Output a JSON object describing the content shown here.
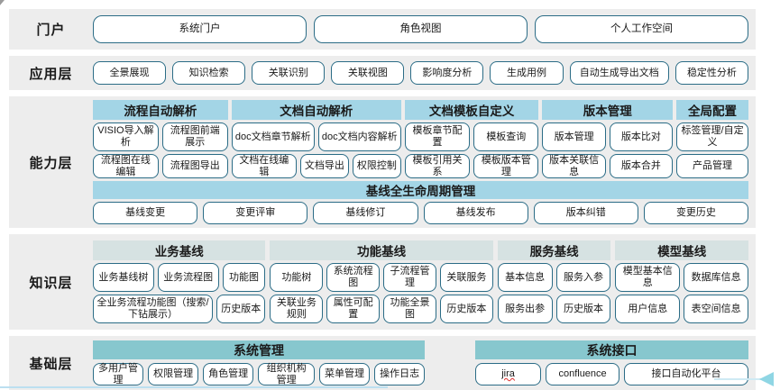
{
  "colors": {
    "band_bg": "#ededed",
    "capability_header": "#a3d5e6",
    "knowledge_header": "#d6e2e2",
    "foundation_header": "#87c7ce",
    "button_border": "#2b6c86",
    "jira_underline": "#e0302e",
    "arrow": "#8fd6e4"
  },
  "portal": {
    "label": "门户",
    "buttons": [
      "系统门户",
      "角色视图",
      "个人工作空间"
    ]
  },
  "application": {
    "label": "应用层",
    "buttons": [
      "全景展现",
      "知识检索",
      "关联识别",
      "关联视图",
      "影响度分析",
      "生成用例",
      "自动生成导出文档",
      "稳定性分析"
    ]
  },
  "capability": {
    "label": "能力层",
    "groups": [
      {
        "title": "流程自动解析",
        "rows": [
          [
            "VISIO导入解析",
            "流程图前端展示"
          ],
          [
            "流程图在线编辑",
            "流程图导出"
          ]
        ]
      },
      {
        "title": "文档自动解析",
        "rows": [
          [
            "doc文档章节解析",
            "doc文档内容解析"
          ],
          [
            "文档在线编辑",
            "文档导出",
            "权限控制"
          ]
        ]
      },
      {
        "title": "文档模板自定义",
        "rows": [
          [
            "模板章节配置",
            "模板查询"
          ],
          [
            "模板引用关系",
            "模板版本管理"
          ]
        ]
      },
      {
        "title": "版本管理",
        "rows": [
          [
            "版本管理",
            "版本比对"
          ],
          [
            "版本关联信息",
            "版本合并"
          ]
        ]
      },
      {
        "title": "全局配置",
        "rows": [
          [
            "标签管理/自定义"
          ],
          [
            "产品管理"
          ]
        ]
      }
    ],
    "baseline": {
      "title": "基线全生命周期管理",
      "buttons": [
        "基线变更",
        "变更评审",
        "基线修订",
        "基线发布",
        "版本纠错",
        "变更历史"
      ]
    }
  },
  "knowledge": {
    "label": "知识层",
    "groups": [
      {
        "title": "业务基线",
        "rows": [
          [
            "业务基线树",
            "业务流程图",
            "功能图"
          ],
          [
            "全业务流程功能图（搜索/下钻展示）",
            "历史版本"
          ]
        ]
      },
      {
        "title": "功能基线",
        "rows": [
          [
            "功能树",
            "系统流程图",
            "子流程管理",
            "关联服务"
          ],
          [
            "关联业务规则",
            "属性可配置",
            "功能全景图",
            "历史版本"
          ]
        ]
      },
      {
        "title": "服务基线",
        "rows": [
          [
            "基本信息",
            "服务入参"
          ],
          [
            "服务出参",
            "历史版本"
          ]
        ]
      },
      {
        "title": "模型基线",
        "rows": [
          [
            "模型基本信息",
            "数据库信息"
          ],
          [
            "用户信息",
            "表空间信息"
          ]
        ]
      }
    ]
  },
  "foundation": {
    "label": "基础层",
    "groups": [
      {
        "title": "系统管理",
        "buttons": [
          "多用户管理",
          "权限管理",
          "角色管理",
          "组织机构管理",
          "菜单管理",
          "操作日志"
        ]
      },
      {
        "title": "系统接口",
        "buttons": [
          "jira",
          "confluence",
          "接口自动化平台"
        ]
      }
    ]
  }
}
